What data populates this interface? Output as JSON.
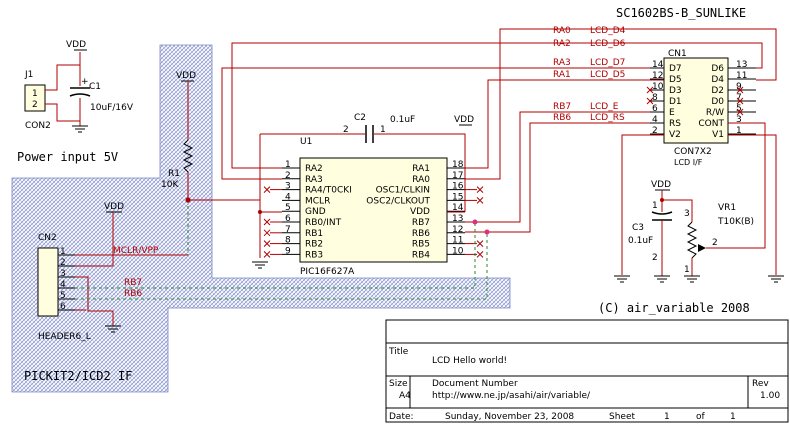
{
  "board_title": "SC1602BS-B_SUNLIKE",
  "copyright": "(C) air_variable 2008",
  "power_label": "Power input 5V",
  "pickit_label": "PICKIT2/ICD2 IF",
  "j1": {
    "ref": "J1",
    "name": "CON2",
    "pins": [
      "1",
      "2"
    ]
  },
  "c1": {
    "ref": "C1",
    "value": "10uF/16V"
  },
  "c2": {
    "ref": "C2",
    "value": "0.1uF",
    "pin_left": "2",
    "pin_right": "1"
  },
  "c3": {
    "ref": "C3",
    "value": "0.1uF"
  },
  "r1": {
    "ref": "R1",
    "value": "10K"
  },
  "vr1": {
    "ref": "VR1",
    "value": "T10K(B)"
  },
  "vdd": "VDD",
  "u1": {
    "ref": "U1",
    "part": "PIC16F627A",
    "left_pins": [
      {
        "num": "1",
        "name": "RA2"
      },
      {
        "num": "2",
        "name": "RA3"
      },
      {
        "num": "3",
        "name": "RA4/T0CKI"
      },
      {
        "num": "4",
        "name": "MCLR"
      },
      {
        "num": "5",
        "name": "GND"
      },
      {
        "num": "6",
        "name": "RB0/INT"
      },
      {
        "num": "7",
        "name": "RB1"
      },
      {
        "num": "8",
        "name": "RB2"
      },
      {
        "num": "9",
        "name": "RB3"
      }
    ],
    "right_pins": [
      {
        "num": "18",
        "name": "RA1"
      },
      {
        "num": "17",
        "name": "RA0"
      },
      {
        "num": "16",
        "name": "OSC1/CLKIN"
      },
      {
        "num": "15",
        "name": "OSC2/CLKOUT"
      },
      {
        "num": "14",
        "name": "VDD"
      },
      {
        "num": "13",
        "name": "RB7"
      },
      {
        "num": "12",
        "name": "RB6"
      },
      {
        "num": "11",
        "name": "RB5"
      },
      {
        "num": "10",
        "name": "RB4"
      }
    ]
  },
  "cn1": {
    "ref": "CN1",
    "name": "CON7X2",
    "subtitle": "LCD I/F",
    "left_pins": [
      {
        "num": "14",
        "name": "D7"
      },
      {
        "num": "12",
        "name": "D5"
      },
      {
        "num": "10",
        "name": "D3"
      },
      {
        "num": "8",
        "name": "D1"
      },
      {
        "num": "6",
        "name": "E"
      },
      {
        "num": "4",
        "name": "RS"
      },
      {
        "num": "2",
        "name": "V2"
      }
    ],
    "right_pins": [
      {
        "num": "13",
        "name": "D6"
      },
      {
        "num": "11",
        "name": "D4"
      },
      {
        "num": "9",
        "name": "D2"
      },
      {
        "num": "7",
        "name": "D0"
      },
      {
        "num": "5",
        "name": "R/W"
      },
      {
        "num": "3",
        "name": "CONT"
      },
      {
        "num": "1",
        "name": "V1"
      }
    ]
  },
  "cn2": {
    "ref": "CN2",
    "name": "HEADER6_L",
    "pins": [
      "1",
      "2",
      "3",
      "4",
      "5",
      "6"
    ],
    "signals": [
      "MCLR/VPP",
      "RB7",
      "RB6"
    ]
  },
  "nets": [
    {
      "pin": "RA0",
      "lcd": "LCD_D4"
    },
    {
      "pin": "RA2",
      "lcd": "LCD_D6"
    },
    {
      "pin": "RA3",
      "lcd": "LCD_D7"
    },
    {
      "pin": "RA1",
      "lcd": "LCD_D5"
    },
    {
      "pin": "RB7",
      "lcd": "LCD_E"
    },
    {
      "pin": "RB6",
      "lcd": "LCD_RS"
    }
  ],
  "vr1_pins": [
    "3",
    "2",
    "1"
  ],
  "c3_pins": [
    "1",
    "2"
  ],
  "title_block": {
    "title_label": "Title",
    "title": "LCD Hello world!",
    "size_label": "Size",
    "size": "A4",
    "docnum_label": "Document Number",
    "docnum": "http://www.ne.jp/asahi/air/variable/",
    "rev_label": "Rev",
    "rev": "1.00",
    "date_label": "Date:",
    "date": "Sunday, November 23, 2008",
    "sheet_label": "Sheet",
    "sheet": "1",
    "of_label": "of",
    "sheets": "1"
  }
}
